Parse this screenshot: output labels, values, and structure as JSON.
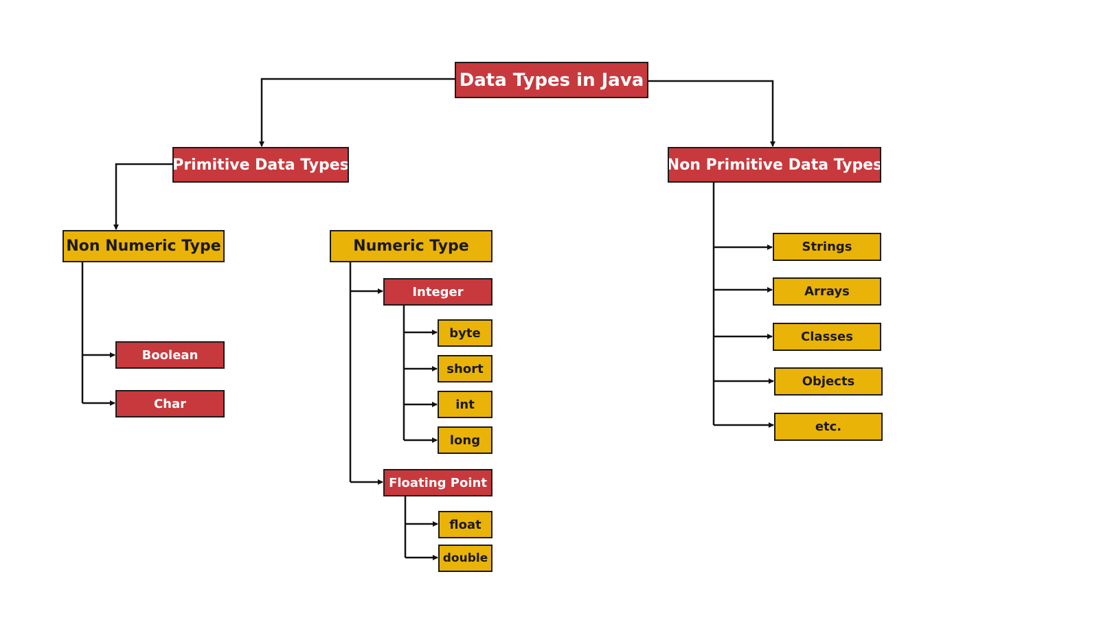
{
  "root": {
    "label": "Data Types in Java"
  },
  "primitive": {
    "label": "Primitive Data Types",
    "non_numeric": {
      "label": "Non Numeric Type",
      "items": [
        "Boolean",
        "Char"
      ]
    },
    "numeric": {
      "label": "Numeric Type",
      "integer": {
        "label": "Integer",
        "items": [
          "byte",
          "short",
          "int",
          "long"
        ]
      },
      "floating_point": {
        "label": "Floating Point",
        "items": [
          "float",
          "double"
        ]
      }
    }
  },
  "non_primitive": {
    "label": "Non Primitive Data Types",
    "items": [
      "Strings",
      "Arrays",
      "Classes",
      "Objects",
      "etc."
    ]
  },
  "colors": {
    "red_node": "#c8393d",
    "yellow_node": "#eab308",
    "line": "#111111"
  }
}
